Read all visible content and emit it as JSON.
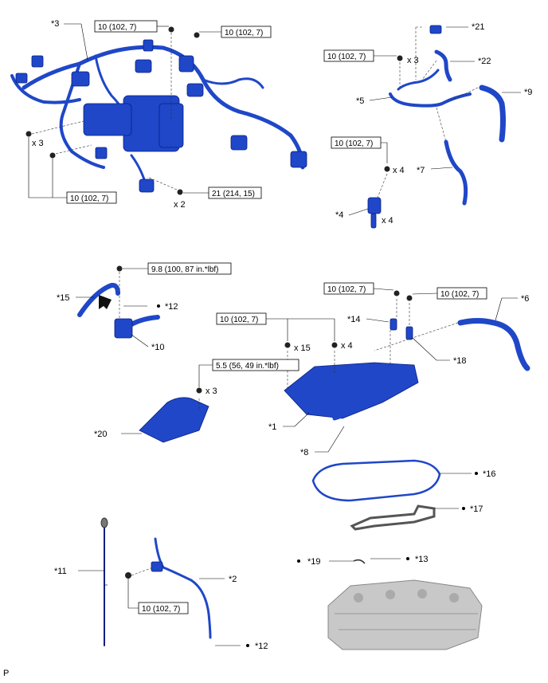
{
  "torques": {
    "t_harness_top": "10 (102, 7)",
    "t_harness_right": "10 (102, 7)",
    "t_harness_left": "10 (102, 7)",
    "t_harness_bottom": "21 (214, 15)",
    "t_bracket_21": "10 (102, 7)",
    "t_coil": "10 (102, 7)",
    "t_hose15": "9.8 (100, 87 in.*lbf)",
    "t_cover_mid": "10 (102, 7)",
    "t_cover_14": "10 (102, 7)",
    "t_cover_18": "10 (102, 7)",
    "t_cover20": "5.5 (56, 49 in.*lbf)",
    "t_dipstick": "10 (102, 7)"
  },
  "qty": {
    "harness_left": "x 3",
    "harness_bottom": "x 2",
    "bracket": "x 3",
    "coil_bolts": "x 4",
    "coils": "x 4",
    "cover_15": "x 15",
    "cover_4": "x 4",
    "cover20": "x 3"
  },
  "parts": {
    "p1": "*1",
    "p2": "*2",
    "p3": "*3",
    "p4": "*4",
    "p5": "*5",
    "p6": "*6",
    "p7": "*7",
    "p8": "*8",
    "p9": "*9",
    "p10": "*10",
    "p11": "*11",
    "p12a": "*12",
    "p12b": "*12",
    "p13": "*13",
    "p14": "*14",
    "p15": "*15",
    "p16": "*16",
    "p17": "*17",
    "p18": "*18",
    "p19": "*19",
    "p20": "*20",
    "p21": "*21",
    "p22": "*22"
  },
  "footer": "P",
  "colors": {
    "part": "#1f47c8",
    "part_edge": "#0a1f80"
  }
}
